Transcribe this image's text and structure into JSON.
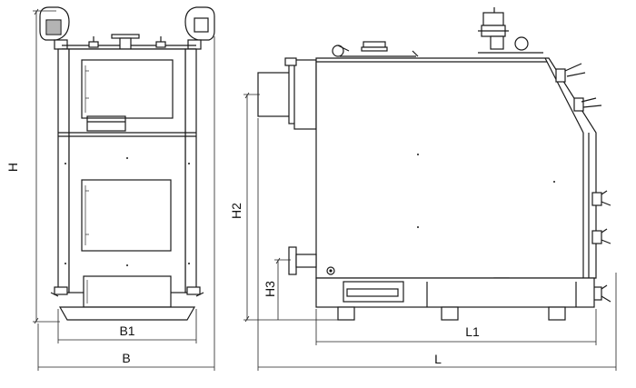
{
  "dimensions": {
    "H": "H",
    "B1": "B1",
    "B": "B",
    "H2": "H2",
    "H3": "H3",
    "L1": "L1",
    "L": "L"
  },
  "colors": {
    "line": "#1a1a1a",
    "background": "#ffffff"
  }
}
